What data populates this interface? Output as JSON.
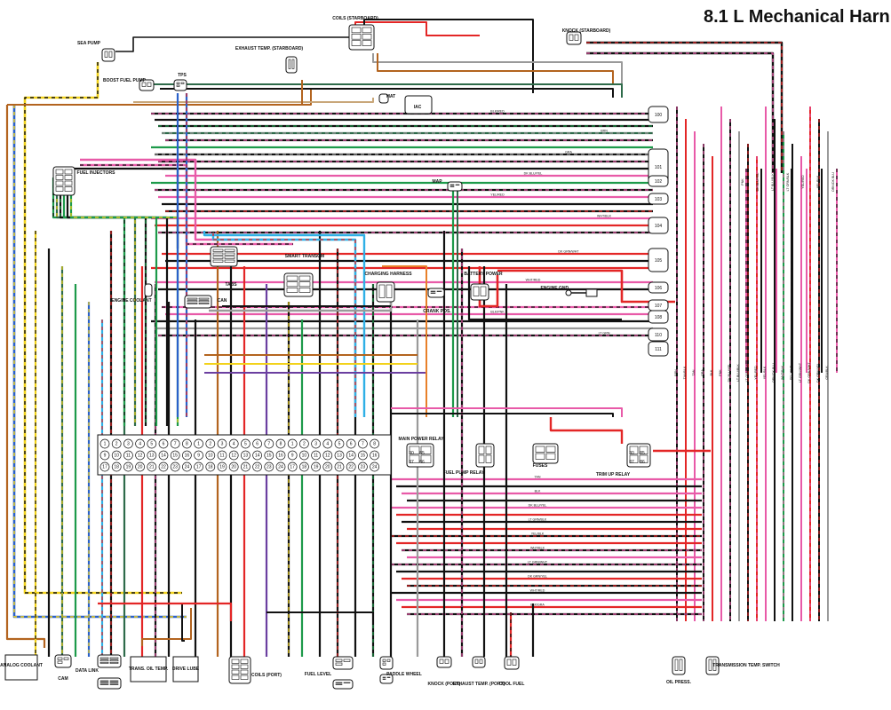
{
  "title": "8.1 L Mechanical Harn",
  "components": {
    "sea_pump": "SEA PUMP",
    "boost_fuel_pump": "BOOST FUEL PUMP",
    "tps": "TPS",
    "coils_starboard": "COILS (STARBOARD)",
    "exhaust_temp_starboard": "EXHAUST TEMP. (STARBOARD)",
    "knock_starboard": "KNOCK (STARBOARD)",
    "mat": "MAT",
    "iac": "IAC",
    "fuel_injectors": "FUEL INJECTORS",
    "map": "MAP",
    "tabs": "TABS",
    "smart_transom": "SMART TRANSOM",
    "charging_harness": "CHARGING HARNESS",
    "crank_pos": "CRANK POS.",
    "battery_power": "BATTERY POWER",
    "engine_gnd": "ENGINE GND.",
    "engine_coolant": "ENGINE COOLANT",
    "can": "CAN",
    "main_power_relay": "MAIN POWER RELAY",
    "fuel_pump_relay": "FUEL PUMP RELAY",
    "fuses": "FUSES",
    "trim_up_relay": "TRIM UP RELAY",
    "analog_coolant": "ANALOG COOLANT",
    "cam": "CAM",
    "data_link": "DATA LINK",
    "trans_oil_temp": "TRANS. OIL TEMP.",
    "drive_lube": "DRIVE LUBE",
    "coils_port": "COILS (PORT)",
    "fuel_level": "FUEL LEVEL",
    "paddle_wheel": "PADDLE WHEEL",
    "knock_port": "KNOCK (PORT)",
    "exhaust_temp_port": "EXHAUST TEMP. (PORT)",
    "cool_fuel": "COOL FUEL",
    "oil_press": "OIL PRESS.",
    "transmission_temp_switch": "TRANSMISSION TEMP. SWITCH"
  },
  "splices": [
    "100",
    "101",
    "102",
    "103",
    "104",
    "105",
    "106",
    "107",
    "108",
    "110",
    "111"
  ],
  "ecm_pins": {
    "row1": [
      "1",
      "2",
      "3",
      "4",
      "5",
      "6",
      "7",
      "8",
      "1",
      "2",
      "3",
      "4",
      "5",
      "6",
      "7",
      "8",
      "1",
      "2",
      "3",
      "4",
      "5",
      "6",
      "7",
      "8"
    ],
    "row2": [
      "9",
      "10",
      "11",
      "12",
      "13",
      "14",
      "15",
      "16",
      "9",
      "10",
      "11",
      "12",
      "13",
      "14",
      "15",
      "16",
      "9",
      "10",
      "11",
      "12",
      "13",
      "14",
      "15",
      "16"
    ],
    "row3": [
      "17",
      "18",
      "19",
      "20",
      "21",
      "22",
      "23",
      "24",
      "17",
      "18",
      "19",
      "20",
      "21",
      "22",
      "23",
      "24",
      "17",
      "18",
      "19",
      "20",
      "21",
      "22",
      "23",
      "24"
    ]
  },
  "relay_pins": [
    "30",
    "85",
    "87",
    "86"
  ],
  "wire_labels": [
    "BLK/RED",
    "BLK/WHT",
    "RED",
    "BRN",
    "TAN/BLK",
    "TAN",
    "GRA",
    "BLK",
    "PNK",
    "DK BLU/YEL",
    "LT BLU/BLK",
    "LT GRN/BLK",
    "YEL/RED",
    "YEL/BLK",
    "ORN/DK BLU",
    "WHT/BLK",
    "PPL/WHT",
    "LT GRN/WHT",
    "DK GRN/WHT",
    "DK GRN/YEL",
    "GRA/BLK",
    "WHT/RED",
    "ORN/BLK",
    "BLK/GRA",
    "BLK/PNK",
    "BLK/BRN",
    "PNK/BLK",
    "LT GRN",
    "YEL",
    "BLK/YEL",
    "DK BLU/WHT",
    "TAN/WHT"
  ],
  "colors": {
    "red": "#e32626",
    "pink": "#e85aa8",
    "black": "#111111",
    "green": "#1d9a4a",
    "dark_green": "#2e6b4a",
    "yellow": "#f2d21b",
    "blue": "#2a61c9",
    "light_blue": "#2fb0e6",
    "brown": "#b3641f",
    "orange": "#e8802a",
    "gray": "#9a9a9a",
    "purple": "#6b3fa0",
    "tan": "#c9a77a"
  }
}
